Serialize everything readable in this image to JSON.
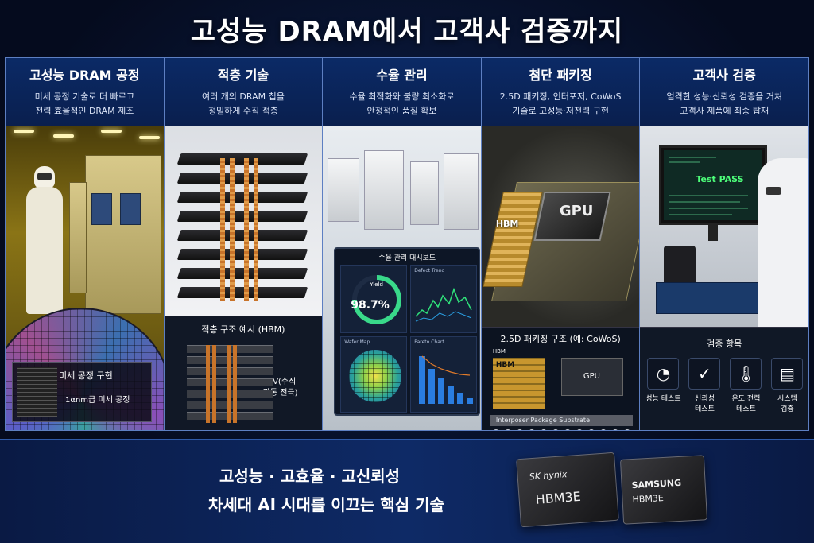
{
  "title": "고성능 DRAM에서 고객사 검증까지",
  "panels": [
    {
      "title": "고성능 DRAM 공정",
      "desc1": "미세 공정 기술로 더 빠르고",
      "desc2": "전력 효율적인 DRAM 제조",
      "inset_title": "미세 공정 구현",
      "inset_sub": "1αnm급 미세 공정"
    },
    {
      "title": "적층 기술",
      "desc1": "여러 개의 DRAM 칩을",
      "desc2": "정밀하게 수직 적층",
      "section_title": "적층 구조 예시 (HBM)",
      "tsv_label1": "TSV(수직",
      "tsv_label2": "관통 전극)"
    },
    {
      "title": "수율 관리",
      "desc1": "수율 최적화와 불량 최소화로",
      "desc2": "안정적인 품질 확보",
      "dashboard": {
        "title": "수율 관리 대시보드",
        "yield_label": "Yield",
        "yield_value": "98.7%",
        "defect_trend": "Defect Trend",
        "wafer_map": "Wafer Map",
        "pareto_chart": "Pareto Chart"
      }
    },
    {
      "title": "첨단 패키징",
      "desc1": "2.5D 패키징, 인터포저, CoWoS",
      "desc2": "기술로 고성능·저전력 구현",
      "gpu_label": "GPU",
      "hbm_label": "HBM",
      "section_title": "2.5D 패키징 구조 (예: CoWoS)",
      "stack_caption": "HBM",
      "stack_label": "HBM",
      "gpu_box_label": "GPU",
      "interposer_label": "Interposer  Package Substrate"
    },
    {
      "title": "고객사 검증",
      "desc1": "엄격한 성능·신뢰성 검증을 거쳐",
      "desc2": "고객사 제품에 최종 탑재",
      "screen_text": "Test PASS",
      "section_title": "검증 항목",
      "items": [
        {
          "label1": "성능 테스트",
          "label2": "",
          "icon": "gauge-icon"
        },
        {
          "label1": "신뢰성",
          "label2": "테스트",
          "icon": "shield-check-icon"
        },
        {
          "label1": "온도·전력",
          "label2": "테스트",
          "icon": "thermometer-icon"
        },
        {
          "label1": "시스템",
          "label2": "검증",
          "icon": "server-icon"
        }
      ]
    }
  ],
  "bottom": {
    "line1": "고성능 · 고효율 · 고신뢰성",
    "line2": "차세대 AI 시대를 이끄는 핵심 기술",
    "chip1": {
      "brand": "SK hynix",
      "model": "HBM3E"
    },
    "chip2": {
      "brand": "SAMSUNG",
      "model": "HBM3E"
    }
  },
  "colors": {
    "accent": "#2f5aa8",
    "pass_green": "#4dff7a",
    "copper": "#c8742a"
  }
}
